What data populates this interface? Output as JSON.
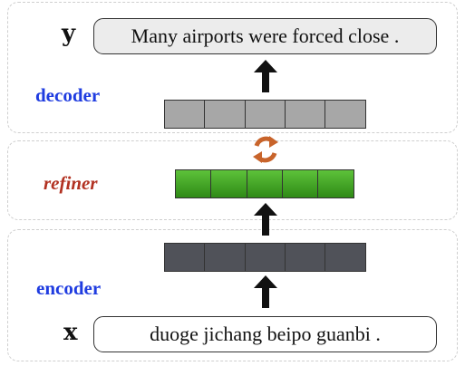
{
  "diagram": {
    "decoder": {
      "label": "decoder",
      "variable": "y",
      "output_sentence": "Many airports were forced close .",
      "vector_cells": 5
    },
    "refiner": {
      "label": "refiner",
      "vector_cells": 5
    },
    "encoder": {
      "label": "encoder",
      "variable": "x",
      "input_sentence": "duoge jichang beipo guanbi .",
      "vector_cells": 5
    },
    "icons": [
      "up-arrow-icon",
      "refresh-icon"
    ],
    "colors": {
      "decoder_label": "#1f3ce0",
      "encoder_label": "#1f3ce0",
      "refiner_label": "#b23222",
      "decoder_vector": "#a7a7a7",
      "refiner_vector": "#3aa01f",
      "encoder_vector": "#505259",
      "refresh_icon": "#c8642b"
    }
  }
}
